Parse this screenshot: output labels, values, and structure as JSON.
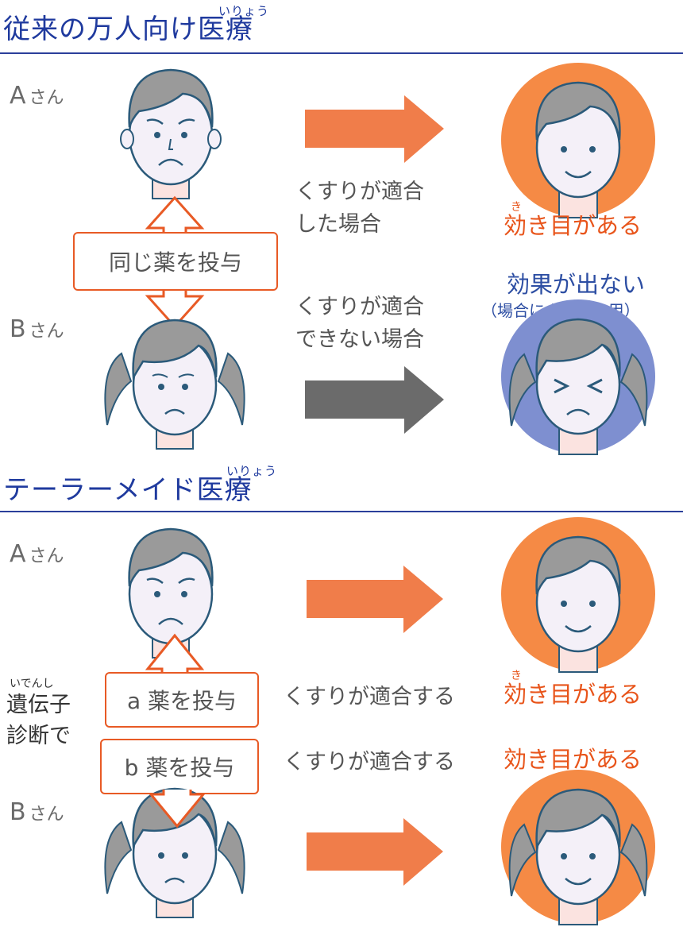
{
  "section1": {
    "title": "従来の万人向け医療",
    "ruby": "いりょう",
    "person_a": "A",
    "person_b": "B",
    "san": "さん",
    "label_fit": [
      "くすりが適合",
      "した場合"
    ],
    "label_nofit": [
      "くすりが適合",
      "できない場合"
    ],
    "same_drug": "同じ薬を投与",
    "effective": "効き目がある",
    "effective_ruby": "き",
    "no_effect": "効果が出ない",
    "side_effect": "（場合により副作用）"
  },
  "section2": {
    "title": "テーラーメイド医療",
    "ruby": "いりょう",
    "person_a": "A",
    "person_b": "B",
    "san": "さん",
    "diag_ruby": "いでんし",
    "diag_lines": [
      "遺伝子",
      "診断で"
    ],
    "drug_a": "a 薬を投与",
    "drug_b": "b 薬を投与",
    "fit": "くすりが適合する",
    "effective": "効き目がある",
    "effective_ruby": "き"
  },
  "colors": {
    "orange": "#e8541a",
    "arrow_orange": "#f07d4a",
    "arrow_gray": "#6b6b6b",
    "circle_orange": "#f58a45",
    "circle_blue": "#7e8fd0",
    "heading_blue": "#1f3a9e"
  }
}
